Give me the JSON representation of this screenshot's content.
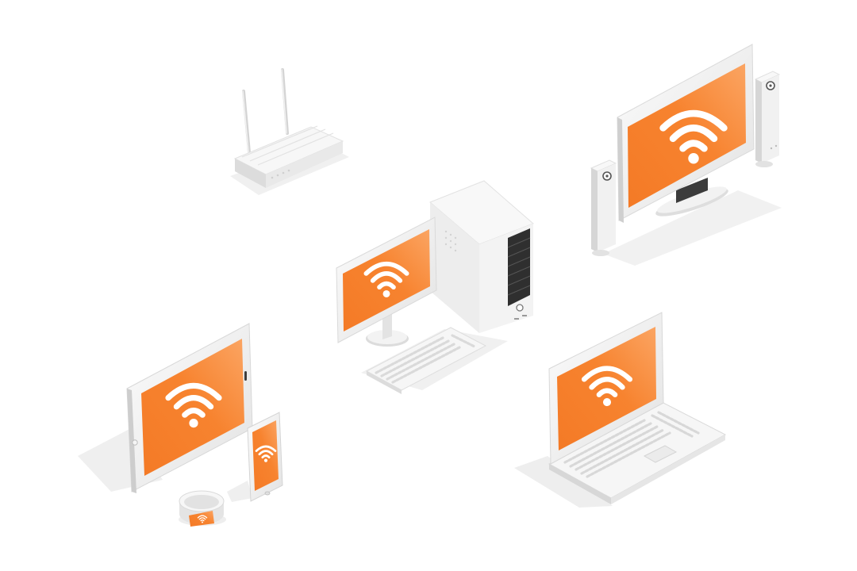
{
  "illustration": {
    "colors": {
      "background": "#ffffff",
      "screen_orange": "#f7802f",
      "screen_orange_light": "#fba25f",
      "device_white": "#f6f6f6",
      "device_light": "#ececec",
      "device_mid": "#d9d9d9",
      "device_dark": "#bdbdbd",
      "shadow": "#efefef",
      "key_fill": "#e6e6e6",
      "vent_dark": "#2e2e2e",
      "wifi_white": "#ffffff"
    },
    "devices": [
      {
        "name": "wifi-router",
        "icon": "router-icon"
      },
      {
        "name": "tv-home-theater",
        "icon": "wifi-icon"
      },
      {
        "name": "desktop-computer",
        "icon": "wifi-icon"
      },
      {
        "name": "tablet",
        "icon": "wifi-icon"
      },
      {
        "name": "smartphone",
        "icon": "wifi-icon"
      },
      {
        "name": "smart-band",
        "icon": "wifi-icon"
      },
      {
        "name": "laptop",
        "icon": "wifi-icon"
      }
    ]
  }
}
